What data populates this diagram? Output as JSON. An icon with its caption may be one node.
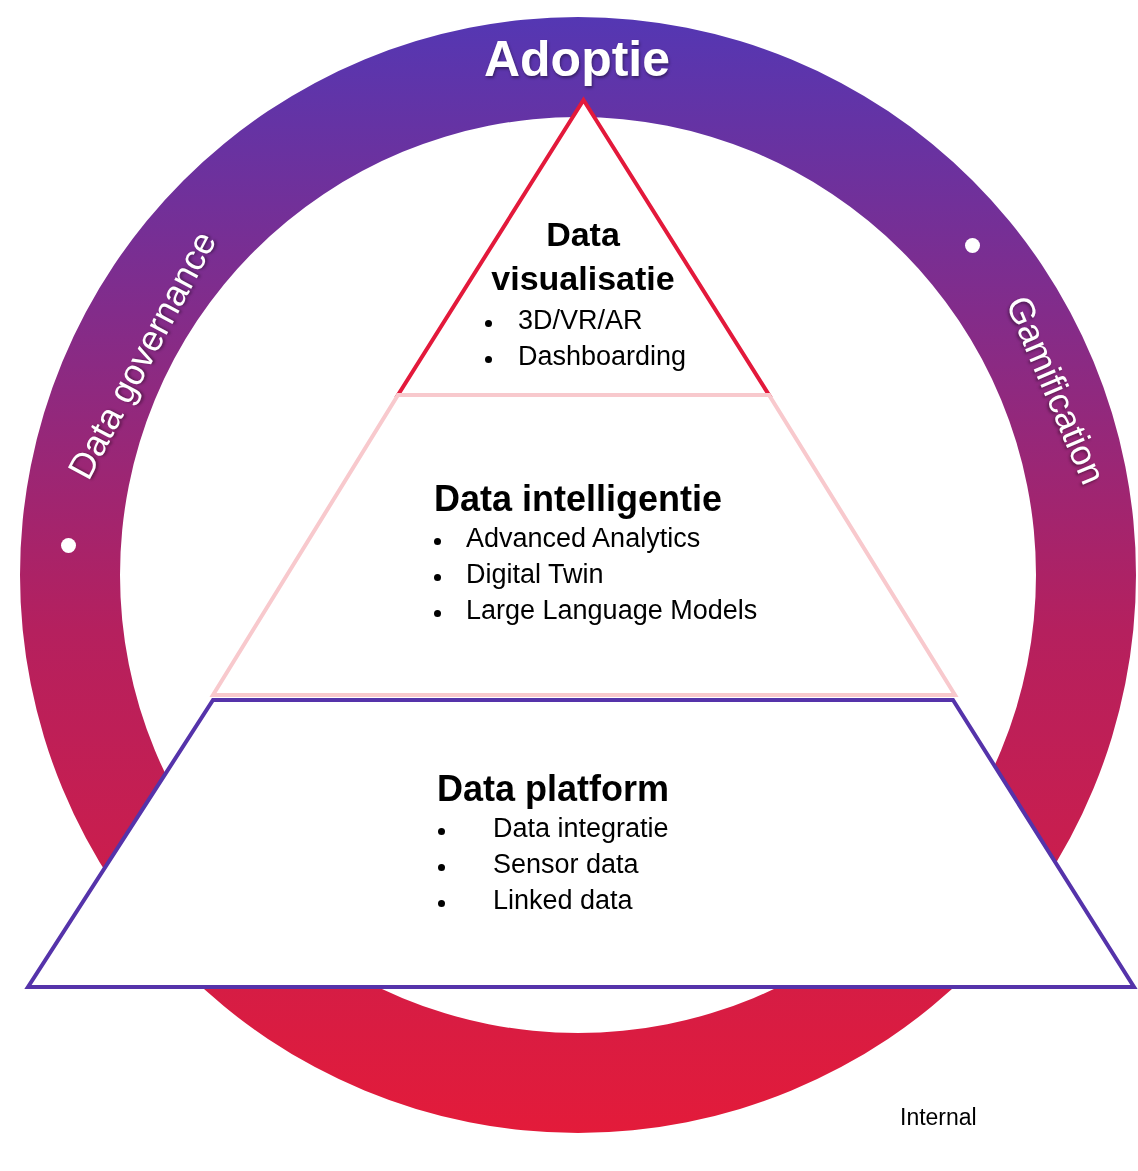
{
  "diagram": {
    "nodes": [
      {
        "text": [
          "Adoptie",
          "Data governance",
          "Gamification"
        ]
      },
      {
        "text": [
          "Data visualisatie",
          "3D/VR/AR",
          "Dashboarding"
        ],
        "in": 0
      },
      {
        "text": [
          "Data intelligentie",
          "Advanced Analytics",
          "Digital Twin",
          "Large Language Models"
        ],
        "in": 0
      },
      {
        "text": [
          "Data platform",
          "Data integratie",
          "Sensor data",
          "Linked data"
        ],
        "in": 0
      }
    ],
    "labels": [
      "Internal"
    ]
  }
}
